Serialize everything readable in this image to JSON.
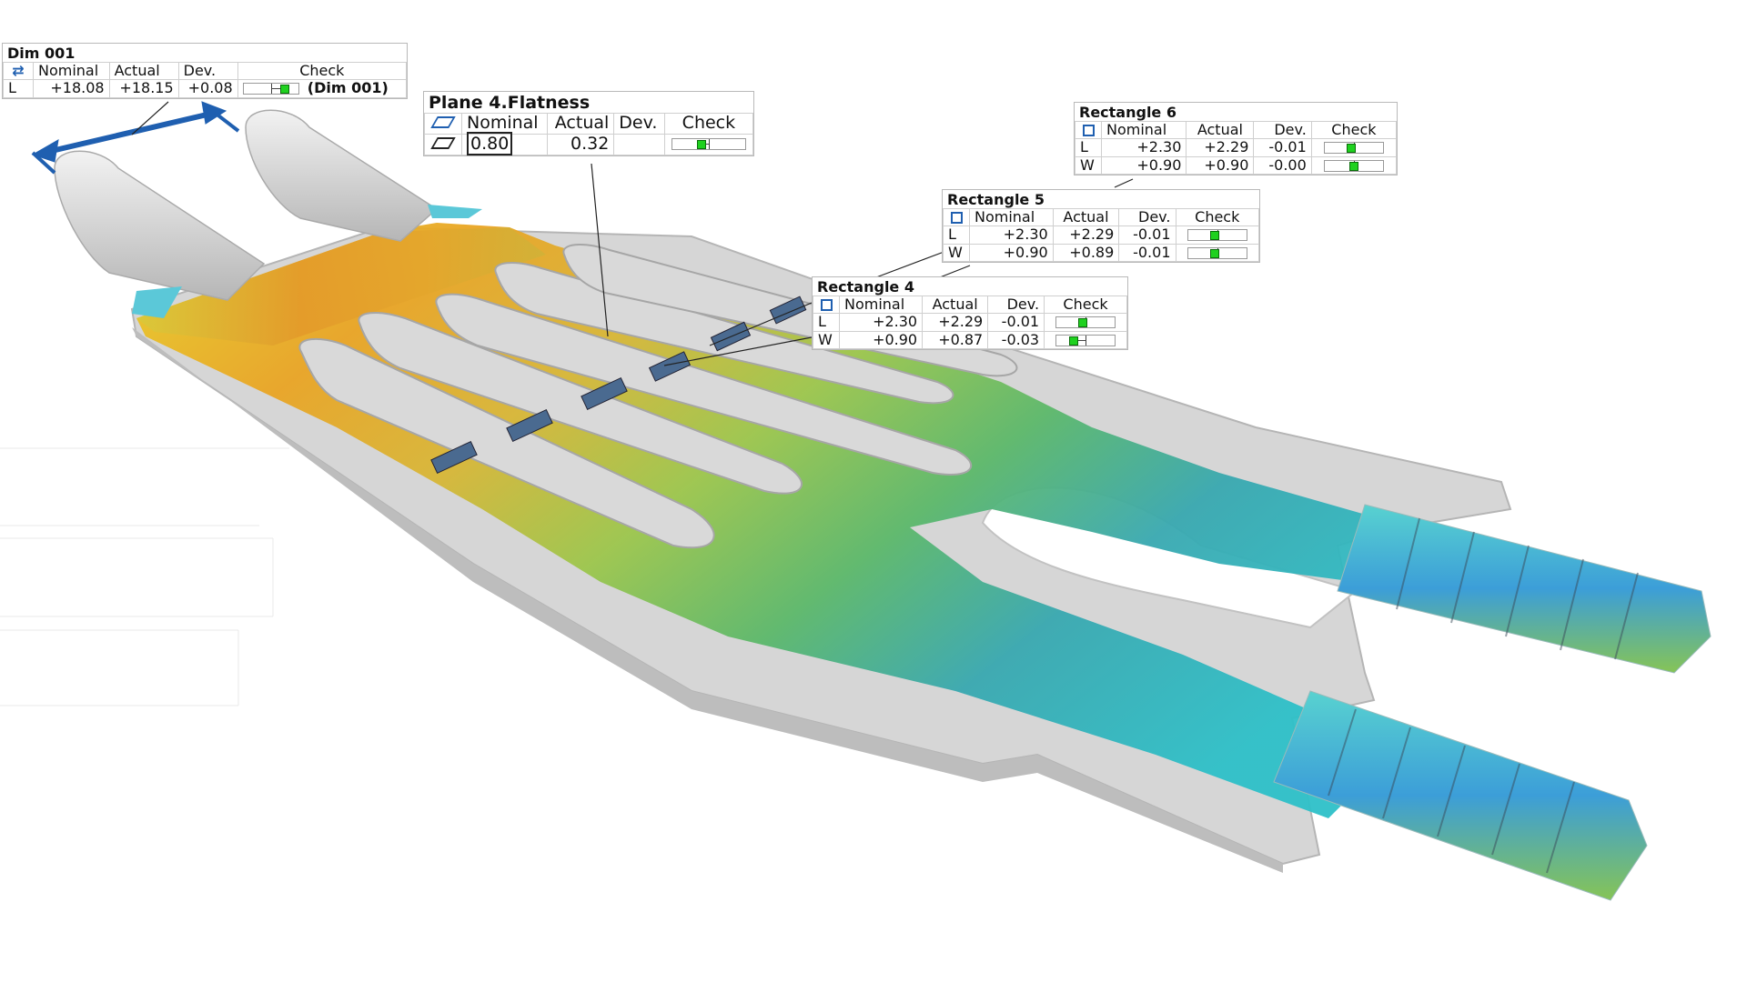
{
  "dim001": {
    "title": "Dim 001",
    "headers": [
      "Nominal",
      "Actual",
      "Dev.",
      "Check"
    ],
    "row": {
      "axis": "L",
      "nominal": "+18.08",
      "actual": "+18.15",
      "dev": "+0.08",
      "label": "(Dim 001)"
    },
    "check_level": 0.75,
    "icon": "linear-dimension-icon"
  },
  "plane4": {
    "title": "Plane 4.Flatness",
    "headers": [
      "Nominal",
      "Actual",
      "Dev.",
      "Check"
    ],
    "row": {
      "nominal": "0.80",
      "actual": "0.32",
      "dev": ""
    },
    "check_level": 0.4,
    "icon": "flatness-icon"
  },
  "rect6": {
    "title": "Rectangle 6",
    "headers": [
      "Nominal",
      "Actual",
      "Dev.",
      "Check"
    ],
    "rows": [
      {
        "axis": "L",
        "nominal": "+2.30",
        "actual": "+2.29",
        "dev": "-0.01"
      },
      {
        "axis": "W",
        "nominal": "+0.90",
        "actual": "+0.90",
        "dev": "-0.00"
      }
    ],
    "check_levels": [
      0.45,
      0.5
    ],
    "icon": "rectangle-icon"
  },
  "rect5": {
    "title": "Rectangle 5",
    "headers": [
      "Nominal",
      "Actual",
      "Dev.",
      "Check"
    ],
    "rows": [
      {
        "axis": "L",
        "nominal": "+2.30",
        "actual": "+2.29",
        "dev": "-0.01"
      },
      {
        "axis": "W",
        "nominal": "+0.90",
        "actual": "+0.89",
        "dev": "-0.01"
      }
    ],
    "check_levels": [
      0.45,
      0.45
    ],
    "icon": "rectangle-icon"
  },
  "rect4": {
    "title": "Rectangle 4",
    "headers": [
      "Nominal",
      "Actual",
      "Dev.",
      "Check"
    ],
    "rows": [
      {
        "axis": "L",
        "nominal": "+2.30",
        "actual": "+2.29",
        "dev": "-0.01"
      },
      {
        "axis": "W",
        "nominal": "+0.90",
        "actual": "+0.87",
        "dev": "-0.03"
      }
    ],
    "check_levels": [
      0.45,
      0.3
    ],
    "icon": "rectangle-icon"
  },
  "colors": {
    "in_tolerance": "#1fd11f",
    "dimension_arrow": "#1f5fb0",
    "part_gray": "#cfcfcf"
  }
}
